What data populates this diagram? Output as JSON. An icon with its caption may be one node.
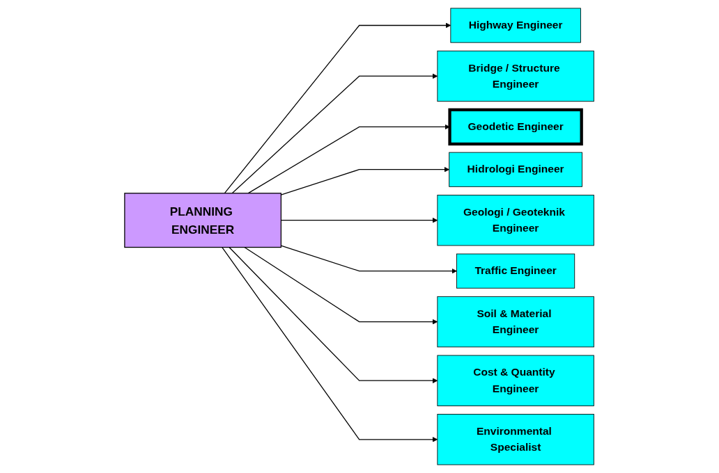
{
  "diagram": {
    "nodes": [
      {
        "text": [
          "PLANNING ENGINEER"
        ]
      },
      {
        "text": [
          "Highway Engineer"
        ]
      },
      {
        "text": [
          "Bridge / Structure Engineer"
        ]
      },
      {
        "text": [
          "Geodetic Engineer"
        ]
      },
      {
        "text": [
          "Hidrologi Engineer"
        ]
      },
      {
        "text": [
          "Geologi / Geoteknik Engineer"
        ]
      },
      {
        "text": [
          "Traffic Engineer"
        ]
      },
      {
        "text": [
          "Soil & Material Engineer"
        ]
      },
      {
        "text": [
          "Cost & Quantity Engineer"
        ]
      },
      {
        "text": [
          "Environmental Specialist"
        ]
      }
    ],
    "edges": [
      {
        "from": 0,
        "to": 1,
        "arrow": "to"
      },
      {
        "from": 0,
        "to": 2,
        "arrow": "to"
      },
      {
        "from": 0,
        "to": 3,
        "arrow": "to"
      },
      {
        "from": 0,
        "to": 4,
        "arrow": "to"
      },
      {
        "from": 0,
        "to": 5,
        "arrow": "to"
      },
      {
        "from": 0,
        "to": 6,
        "arrow": "to"
      },
      {
        "from": 0,
        "to": 7,
        "arrow": "to"
      },
      {
        "from": 0,
        "to": 8,
        "arrow": "to"
      },
      {
        "from": 0,
        "to": 9,
        "arrow": "to"
      }
    ]
  }
}
